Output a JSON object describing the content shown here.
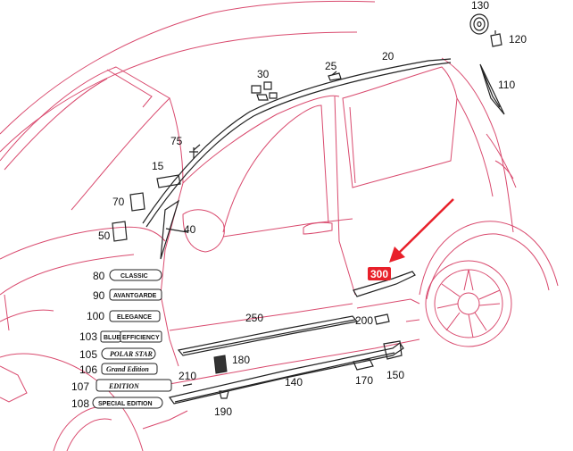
{
  "parts": [
    {
      "id": "p130",
      "label": "130"
    },
    {
      "id": "p120",
      "label": "120"
    },
    {
      "id": "p110",
      "label": "110"
    },
    {
      "id": "p20",
      "label": "20"
    },
    {
      "id": "p25",
      "label": "25"
    },
    {
      "id": "p30",
      "label": "30"
    },
    {
      "id": "p75",
      "label": "75"
    },
    {
      "id": "p15",
      "label": "15"
    },
    {
      "id": "p70",
      "label": "70"
    },
    {
      "id": "p50",
      "label": "50"
    },
    {
      "id": "p40",
      "label": "40"
    },
    {
      "id": "p250",
      "label": "250"
    },
    {
      "id": "p200",
      "label": "200"
    },
    {
      "id": "p180",
      "label": "180"
    },
    {
      "id": "p210",
      "label": "210"
    },
    {
      "id": "p140",
      "label": "140"
    },
    {
      "id": "p170",
      "label": "170"
    },
    {
      "id": "p150",
      "label": "150"
    },
    {
      "id": "p190",
      "label": "190"
    }
  ],
  "badges": [
    {
      "num": "80",
      "text": "CLASSIC"
    },
    {
      "num": "90",
      "text": "AVANTGARDE"
    },
    {
      "num": "100",
      "text": "ELEGANCE"
    },
    {
      "num": "103",
      "text_a": "BLUE",
      "text_b": "EFFICIENCY"
    },
    {
      "num": "105",
      "text": "POLAR STAR"
    },
    {
      "num": "106",
      "text": "Grand Edition"
    },
    {
      "num": "107",
      "text": "EDITION"
    },
    {
      "num": "108",
      "text": "SPECIAL EDITION"
    }
  ],
  "highlight": {
    "label": "300",
    "color": "#e8202a"
  },
  "colors": {
    "line": "#d94a6e",
    "parts": "#222222",
    "accent": "#e8202a"
  }
}
